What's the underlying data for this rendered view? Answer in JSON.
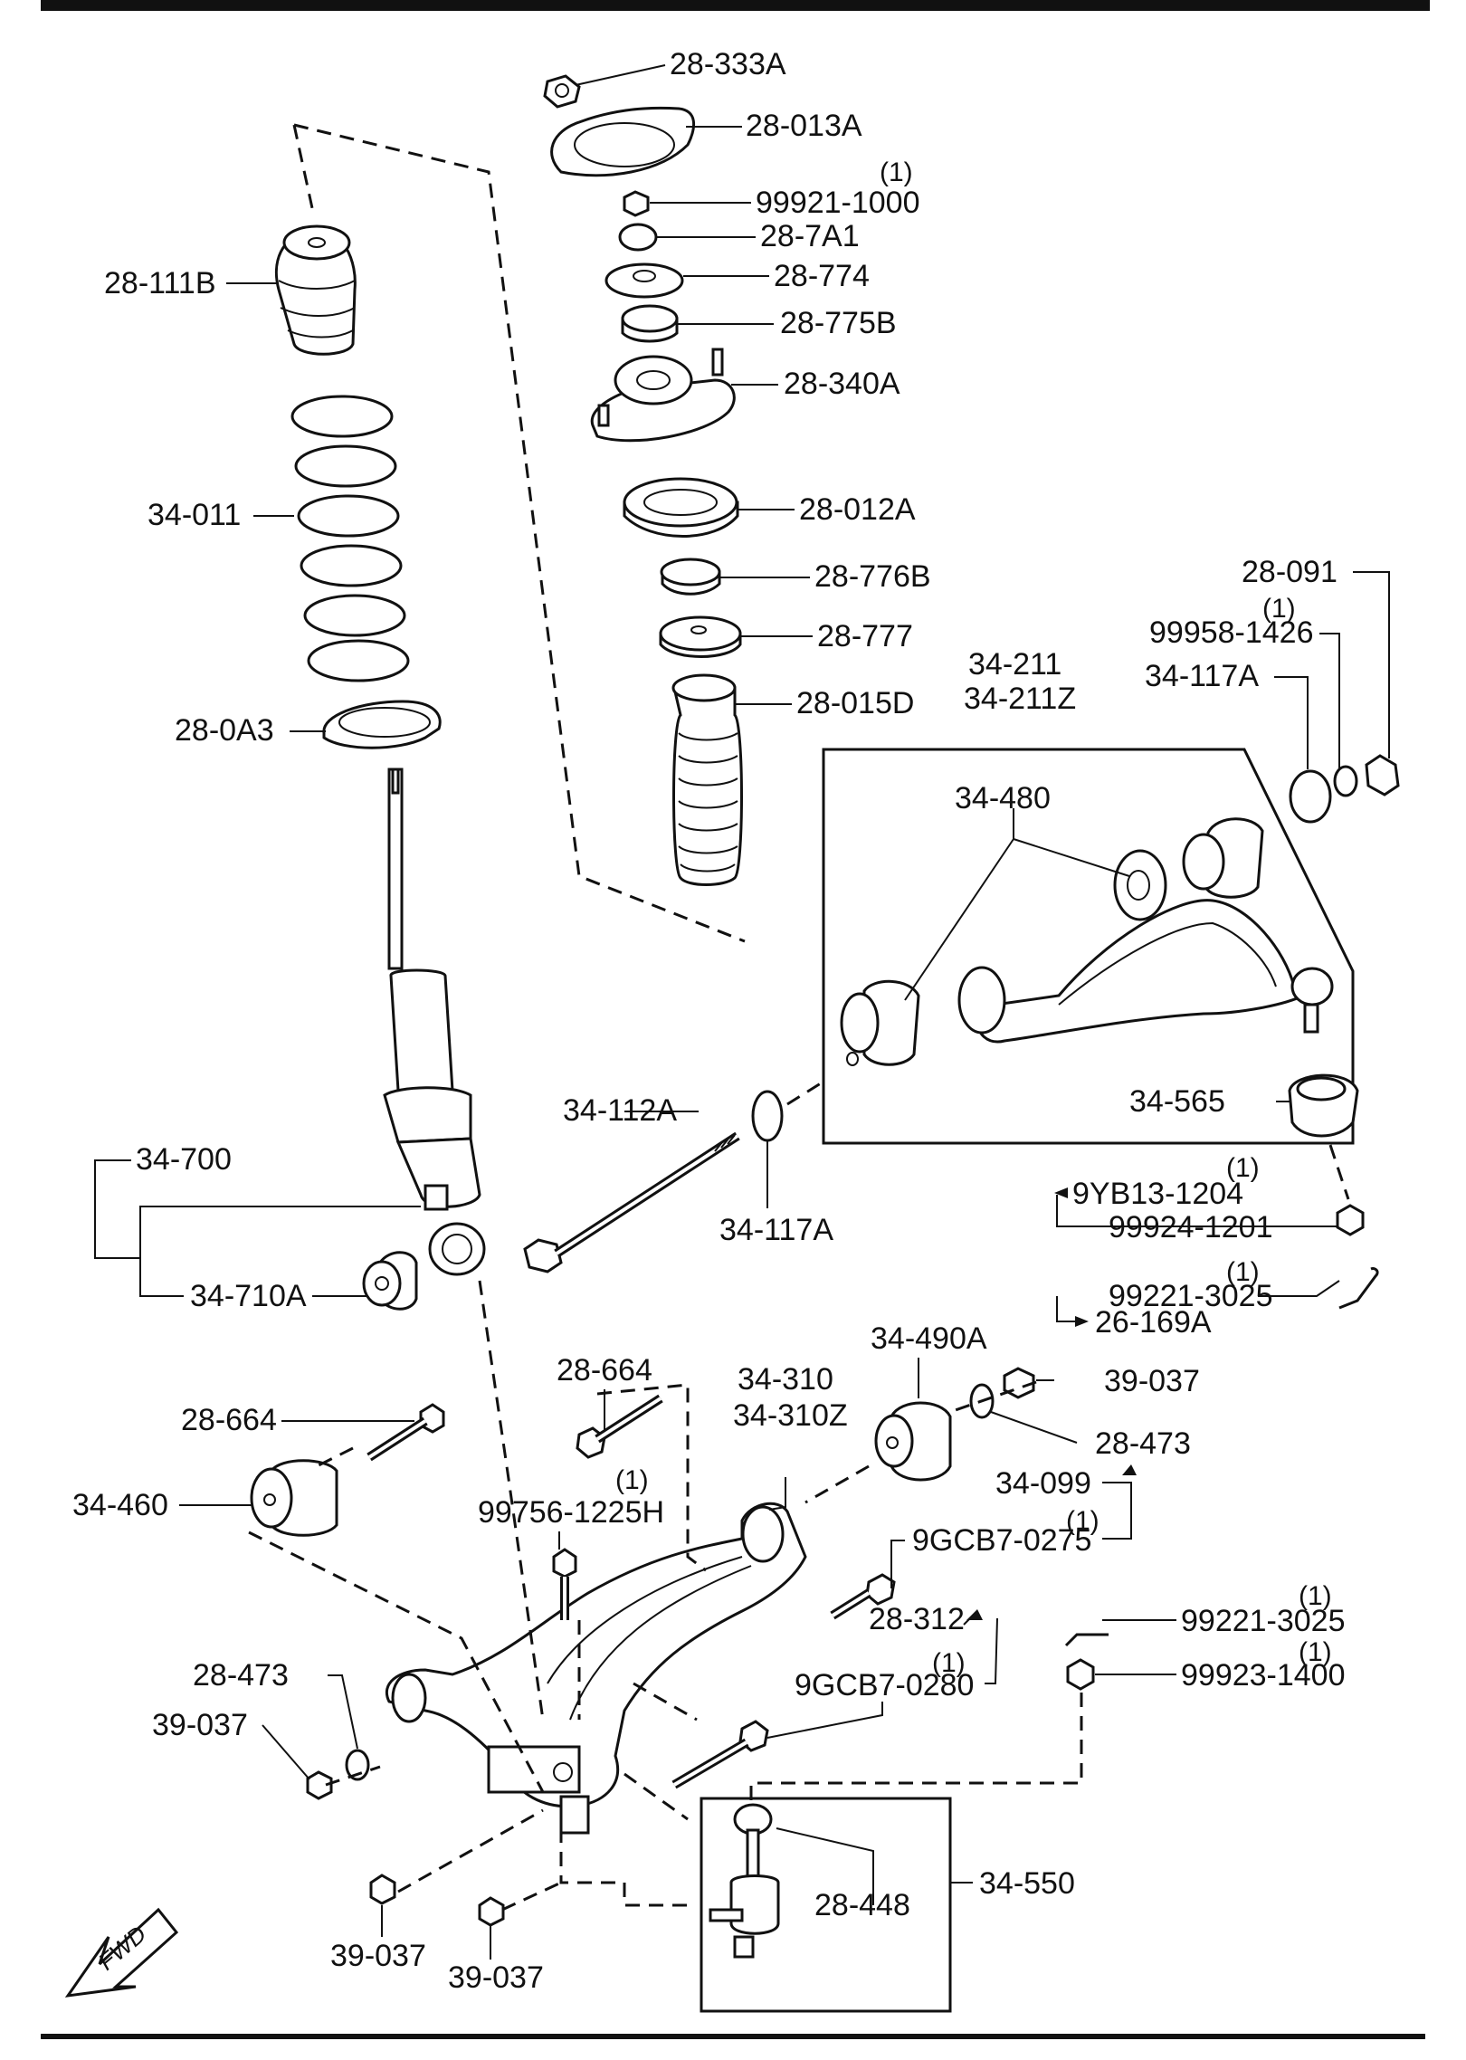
{
  "diagram": {
    "fwd": "FWD",
    "labels": {
      "l28_333A": "28-333A",
      "l28_013A": "28-013A",
      "l99921_1000": "99921-1000",
      "l28_7A1": "28-7A1",
      "l28_774": "28-774",
      "l28_775B": "28-775B",
      "l28_340A": "28-340A",
      "l28_012A": "28-012A",
      "l28_776B": "28-776B",
      "l28_777": "28-777",
      "l28_015D": "28-015D",
      "l28_111B": "28-111B",
      "l34_011": "34-011",
      "l28_0A3": "28-0A3",
      "l28_091": "28-091",
      "l99958_1426": "99958-1426",
      "l34_117A_top": "34-117A",
      "l34_211": "34-211",
      "l34_211Z": "34-211Z",
      "l34_480": "34-480",
      "l34_565": "34-565",
      "l34_112A": "34-112A",
      "l34_117A_mid": "34-117A",
      "l34_700": "34-700",
      "l34_710A": "34-710A",
      "l9YB13_1204": "9YB13-1204",
      "l99924_1201": "99924-1201",
      "l99221_3025_a": "99221-3025",
      "l26_169A": "26-169A",
      "l28_664_a": "28-664",
      "l28_664_b": "28-664",
      "l34_310": "34-310",
      "l34_310Z": "34-310Z",
      "l34_490A": "34-490A",
      "l39_037_a": "39-037",
      "l28_473_a": "28-473",
      "l34_460": "34-460",
      "l99756_1225H": "99756-1225H",
      "l34_099": "34-099",
      "l9GCB7_0275": "9GCB7-0275",
      "l28_312": "28-312",
      "l9GCB7_0280": "9GCB7-0280",
      "l99221_3025_b": "99221-3025",
      "l99923_1400": "99923-1400",
      "l28_473_b": "28-473",
      "l39_037_b": "39-037",
      "l34_550": "34-550",
      "l28_448": "28-448",
      "l39_037_c": "39-037",
      "l39_037_d": "39-037"
    },
    "quantities": {
      "q1": "(1)"
    }
  }
}
